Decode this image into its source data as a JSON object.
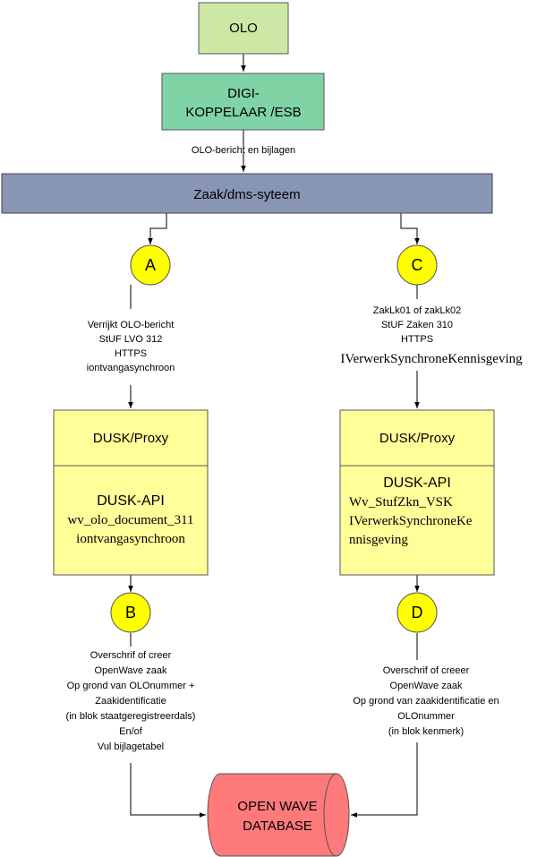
{
  "nodes": {
    "olo": "OLO",
    "digi_line1": "DIGI-",
    "digi_line2": "KOPPELAAR /ESB",
    "zaak": "Zaak/dms-syteem",
    "circle_a": "A",
    "circle_b": "B",
    "circle_c": "C",
    "circle_d": "D",
    "left_proxy": "DUSK/Proxy",
    "left_api_title": "DUSK-API",
    "left_api_line1": "wv_olo_document_311",
    "left_api_line2": "iontvangasynchroon",
    "right_proxy": "DUSK/Proxy",
    "right_api_title": "DUSK-API",
    "right_api_line1": "Wv_StufZkn_VSK",
    "right_api_line2": "IVerwerkSynchroneKe",
    "right_api_line3": "nnisgeving",
    "db_line1": "OPEN WAVE",
    "db_line2": "DATABASE"
  },
  "edges": {
    "digi_to_zaak": "OLO-bericht en bijlagen",
    "a_to_proxy": [
      "Verrijkt OLO-bericht",
      "StUF LVO 312",
      "HTTPS",
      "iontvangasynchroon"
    ],
    "c_to_proxy": [
      "ZakLk01 of zakLk02",
      "StUF Zaken 310",
      "HTTPS"
    ],
    "c_to_proxy_serif": "IVerwerkSynchroneKennisgeving",
    "b_to_db": [
      "Overschrif of creer",
      "OpenWave  zaak",
      "Op grond van  OLOnummer +",
      "Zaakidentificatie",
      "(in blok staatgeregistreerdals)",
      "En/of",
      "Vul  bijlagetabel"
    ],
    "d_to_db": [
      "Overschrif of creeer",
      "OpenWave  zaak",
      "Op grond van  zaakidentificatie en",
      "OLOnummer",
      "(in blok kenmerk)"
    ]
  },
  "colors": {
    "olo_fill": "#cce8a4",
    "digi_fill": "#7fd3a5",
    "zaak_fill": "#8895b4",
    "circle_fill": "#ffff00",
    "api_fill": "#ffff99",
    "db_fill": "#ff7a7a"
  }
}
